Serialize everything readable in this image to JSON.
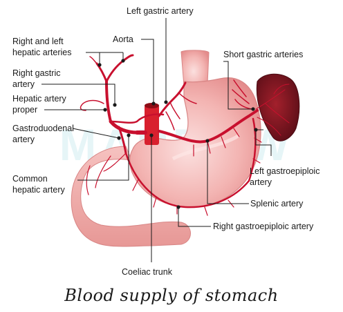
{
  "caption": "Blood supply of stomach",
  "watermark": "MARROW",
  "labels": {
    "left_gastric_artery": "Left gastric artery",
    "aorta": "Aorta",
    "right_left_hepatic": [
      "Right and left",
      "hepatic arteries"
    ],
    "short_gastric_arteries": "Short gastric arteries",
    "right_gastric_artery": [
      "Right gastric",
      "artery"
    ],
    "hepatic_artery_proper": [
      "Hepatic artery",
      "proper"
    ],
    "gastroduodenal_artery": [
      "Gastroduodenal",
      "artery"
    ],
    "common_hepatic_artery": [
      "Common",
      "hepatic artery"
    ],
    "left_gastroepiploic_artery": [
      "Left gastroepiploic",
      "artery"
    ],
    "splenic_artery": "Splenic artery",
    "right_gastroepiploic_artery": "Right gastroepiploic artery",
    "coeliac_trunk": "Coeliac trunk"
  },
  "colors": {
    "artery": "#c8102e",
    "stomach": "#f3b4b2",
    "stomach_shade": "#e48c8c",
    "spleen": "#7a1620",
    "leader": "#1a1a1a"
  }
}
